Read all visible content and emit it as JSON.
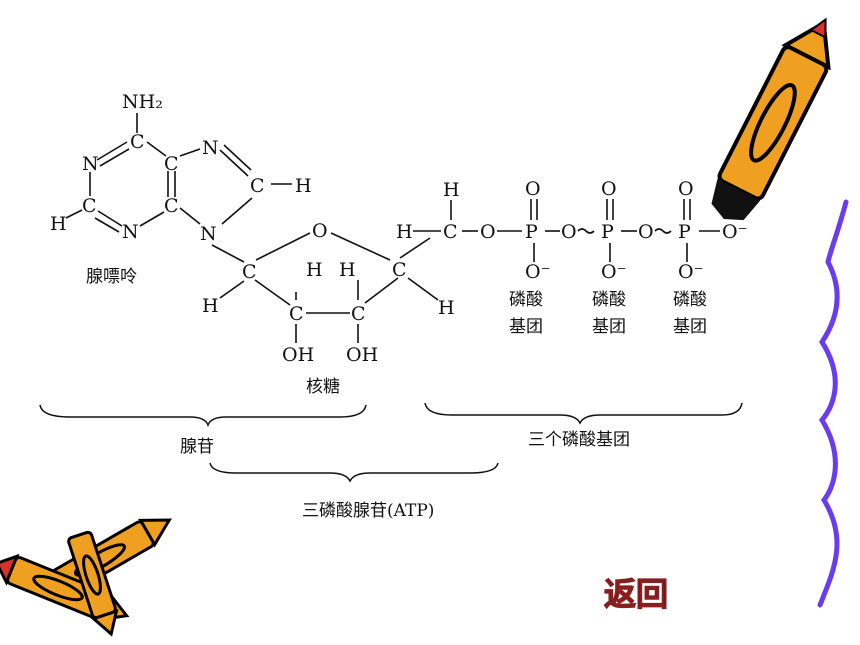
{
  "structure": {
    "adenine_atoms": {
      "nh2": "NH₂",
      "n1": "N",
      "c2": "C",
      "n3": "N",
      "h2": "H",
      "c4": "C",
      "c5": "C",
      "c6": "C",
      "n7": "N",
      "c8": "C",
      "h8": "H",
      "n9": "N"
    },
    "ribose_atoms": {
      "o4": "O",
      "c1": "C",
      "h1": "H",
      "c2": "C",
      "h2": "H",
      "oh2": "OH",
      "c3": "C",
      "h3": "H",
      "oh3": "OH",
      "c4": "C",
      "h4": "H"
    },
    "phosphate_chain": {
      "h5a": "H",
      "h5b": "H",
      "c5": "C",
      "o5": "O",
      "p1": "P",
      "o1_top": "O",
      "o1_bottom": "O⁻",
      "o_link1": "O",
      "p2": "P",
      "o2_top": "O",
      "o2_bottom": "O⁻",
      "o_link2": "O",
      "p3": "P",
      "o3_top": "O",
      "o3_bottom": "O⁻",
      "o_terminal": "O⁻"
    }
  },
  "labels": {
    "adenine": "腺嘌呤",
    "ribose": "核糖",
    "phosphate_group": "磷酸",
    "phosphate_group_line2": "基团",
    "adenosine": "腺苷",
    "three_phosphate_groups": "三个磷酸基团",
    "atp": "三磷酸腺苷(ATP)"
  },
  "nav": {
    "back_label": "返回"
  },
  "colors": {
    "back_text": "#d03a3a",
    "back_outline": "#8a1f1f",
    "ink": "#111111",
    "squiggle": "#6a3cf0",
    "pencil_body": "#f0a020",
    "pencil_tip": "#d8322e",
    "pencil_outline": "#000000"
  }
}
